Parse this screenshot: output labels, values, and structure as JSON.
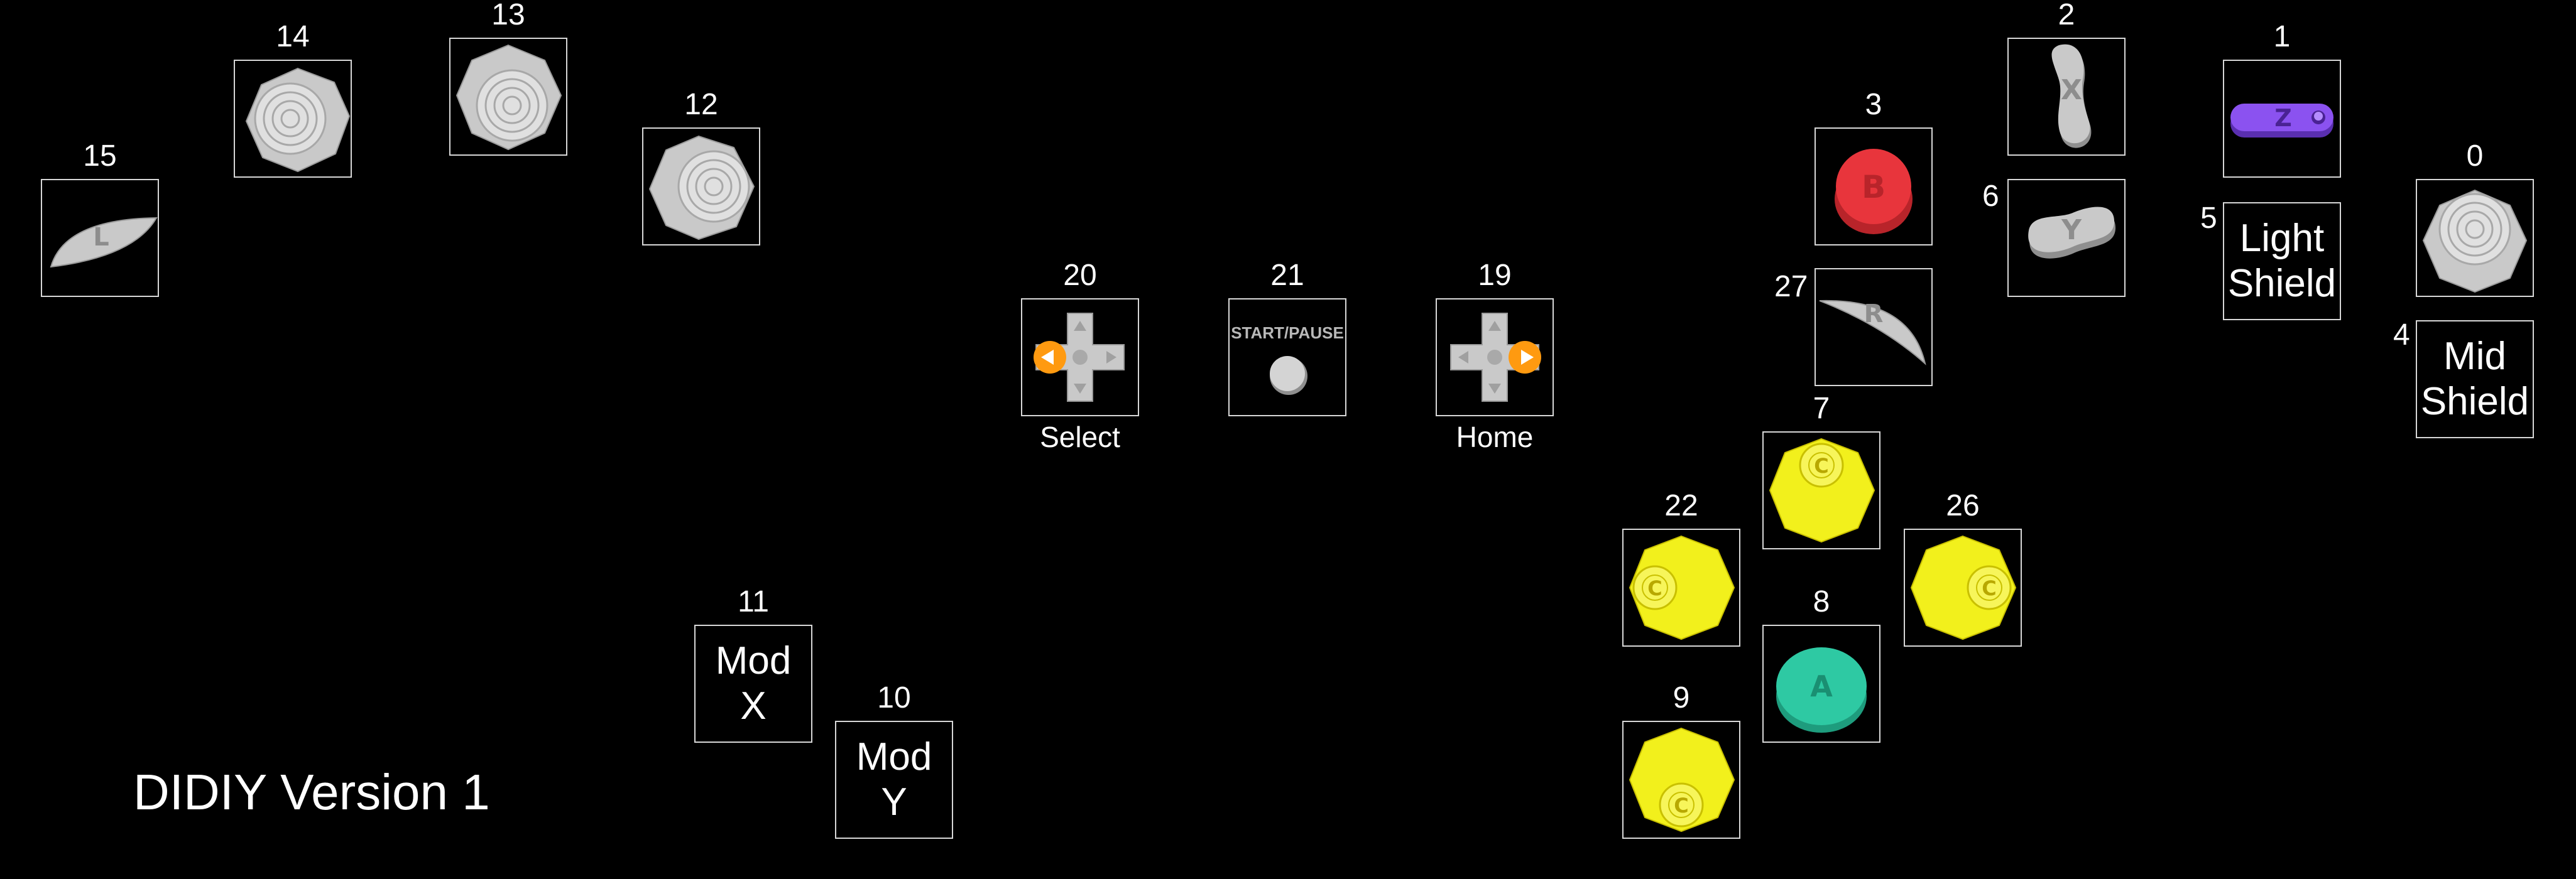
{
  "title": "DIDIY Version 1",
  "buttons": {
    "b0": {
      "number": "0"
    },
    "b1": {
      "number": "1",
      "letter": "Z"
    },
    "b2": {
      "number": "2",
      "letter": "X"
    },
    "b3": {
      "number": "3",
      "letter": "B"
    },
    "b4": {
      "number": "4",
      "line1": "Mid",
      "line2": "Shield"
    },
    "b5": {
      "number": "5",
      "line1": "Light",
      "line2": "Shield"
    },
    "b6": {
      "number": "6",
      "letter": "Y"
    },
    "b7": {
      "number": "7",
      "letter": "C"
    },
    "b8": {
      "number": "8",
      "letter": "A"
    },
    "b9": {
      "number": "9",
      "letter": "C"
    },
    "b10": {
      "number": "10",
      "line1": "Mod",
      "line2": "Y"
    },
    "b11": {
      "number": "11",
      "line1": "Mod",
      "line2": "X"
    },
    "b12": {
      "number": "12"
    },
    "b13": {
      "number": "13"
    },
    "b14": {
      "number": "14"
    },
    "b15": {
      "number": "15",
      "letter": "L"
    },
    "b19": {
      "number": "19",
      "caption": "Home"
    },
    "b20": {
      "number": "20",
      "caption": "Select"
    },
    "b21": {
      "number": "21",
      "icon_text": "START/PAUSE"
    },
    "b22": {
      "number": "22",
      "letter": "C"
    },
    "b26": {
      "number": "26",
      "letter": "C"
    },
    "b27": {
      "number": "27",
      "letter": "R"
    }
  },
  "colors": {
    "background": "#000000",
    "border": "#d8d8d8",
    "grey": "#c9c9c9",
    "b_red": "#e8353c",
    "a_teal": "#2ec9a3",
    "c_yellow": "#f2f01c",
    "z_purple": "#8b52f0",
    "dpad_orange": "#ff9a10"
  }
}
